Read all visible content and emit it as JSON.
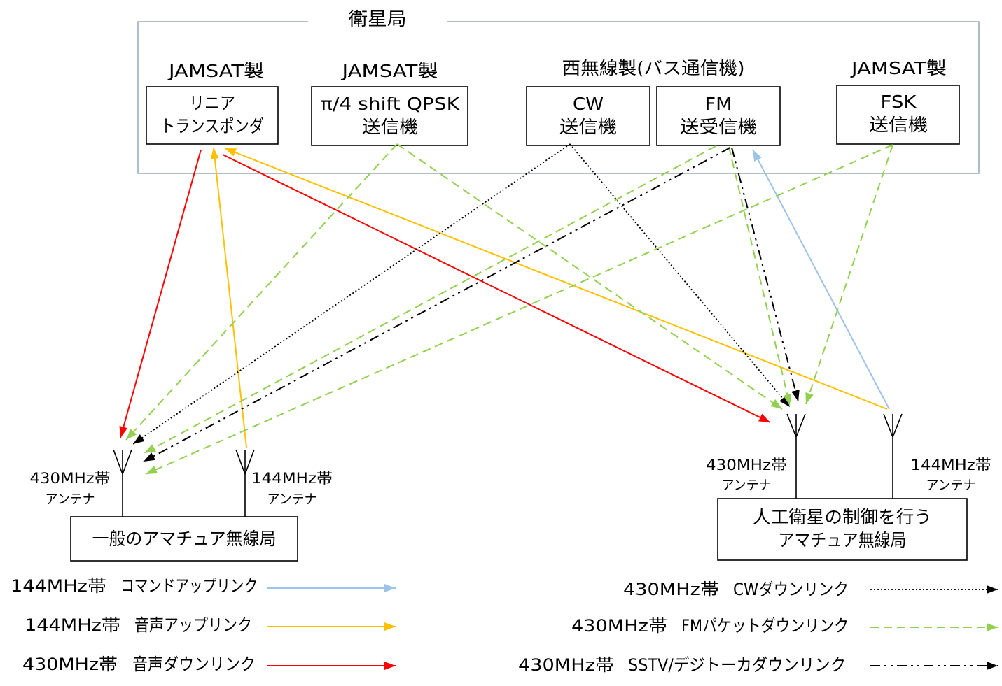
{
  "satellite_station": {
    "title": "衛星局",
    "transponder": {
      "maker": "JAMSAT製",
      "line1": "リニア",
      "line2": "トランスポンダ"
    },
    "qpsk_transmitter": {
      "maker": "JAMSAT製",
      "line1": "π/4 shift QPSK",
      "line2": "送信機"
    },
    "bus_maker": "西無線製(バス通信機)",
    "cw_transmitter": {
      "line1": "CW",
      "line2": "送信機"
    },
    "fm_transceiver": {
      "line1": "FM",
      "line2": "送受信機"
    },
    "fsk_transmitter": {
      "maker": "JAMSAT製",
      "line1": "FSK",
      "line2": "送信機"
    }
  },
  "general_station": {
    "name": "一般のアマチュア無線局",
    "antenna_430": {
      "band": "430MHz帯",
      "label": "アンテナ"
    },
    "antenna_144": {
      "band": "144MHz帯",
      "label": "アンテナ"
    }
  },
  "control_station": {
    "name_line1": "人工衛星の制御を行う",
    "name_line2": "アマチュア無線局",
    "antenna_430": {
      "band": "430MHz帯",
      "label": "アンテナ"
    },
    "antenna_144": {
      "band": "144MHz帯",
      "label": "アンテナ"
    }
  },
  "legend": [
    {
      "band": "144MHz帯",
      "label": "コマンドアップリンク",
      "color": "#9DC3E6"
    },
    {
      "band": "144MHz帯",
      "label": "音声アップリンク",
      "color": "#FFC000"
    },
    {
      "band": "430MHz帯",
      "label": "音声ダウンリンク",
      "color": "#FF0000"
    },
    {
      "band": "430MHz帯",
      "label": "CWダウンリンク",
      "color": "#000000"
    },
    {
      "band": "430MHz帯",
      "label": "FMパケットダウンリンク",
      "color": "#92D050"
    },
    {
      "band": "430MHz帯",
      "label": "SSTV/デジトーカダウンリンク",
      "color": "#000000"
    }
  ]
}
